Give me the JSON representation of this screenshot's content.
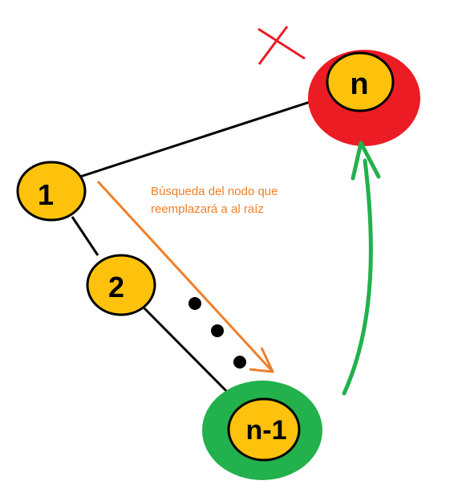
{
  "nodes": {
    "node_1": {
      "label": "1"
    },
    "node_2": {
      "label": "2"
    },
    "node_n_minus_1": {
      "label": "n-1"
    },
    "node_n": {
      "label": "n"
    }
  },
  "annotation": {
    "line1": "Búsqueda del nodo que",
    "line2": "reemplazará a al raíz"
  },
  "colors": {
    "node_fill": "#fec20c",
    "removed_highlight": "#ec1c24",
    "replacement_highlight": "#22b14c",
    "search_arrow": "#f07f2a",
    "move_arrow": "#22b14c",
    "cross_mark": "#ec1c24"
  }
}
